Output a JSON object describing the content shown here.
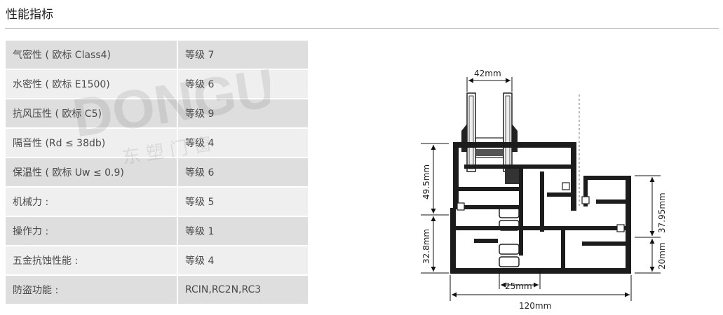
{
  "header": {
    "title": "性能指标"
  },
  "specs": [
    {
      "label": "气密性 ( 欧标 Class4)",
      "value": "等级 7"
    },
    {
      "label": "水密性 ( 欧标 E1500)",
      "value": "等级 6"
    },
    {
      "label": "抗风压性 ( 欧标 C5)",
      "value": "等级 9"
    },
    {
      "label": "隔音性 (Rd ≤ 38db)",
      "value": "等级 4"
    },
    {
      "label": "保温性 ( 欧标 Uw ≤ 0.9)",
      "value": "等级 6"
    },
    {
      "label": "机械力 :",
      "value": "等级 5"
    },
    {
      "label": "操作力 :",
      "value": "等级 1"
    },
    {
      "label": "五金抗蚀性能 :",
      "value": "等级 4"
    },
    {
      "label": "防盗功能 :",
      "value": "RCIN,RC2N,RC3"
    }
  ],
  "watermark": {
    "brand": "DONGU",
    "subtitle": "东 塑 门 窗"
  },
  "drawing": {
    "dim_top": "42mm",
    "dim_left_upper": "49.5mm",
    "dim_left_lower": "32.8mm",
    "dim_right_upper": "37.95mm",
    "dim_right_lower": "20mm",
    "dim_bottom_inner": "25mm",
    "dim_bottom": "120mm"
  }
}
